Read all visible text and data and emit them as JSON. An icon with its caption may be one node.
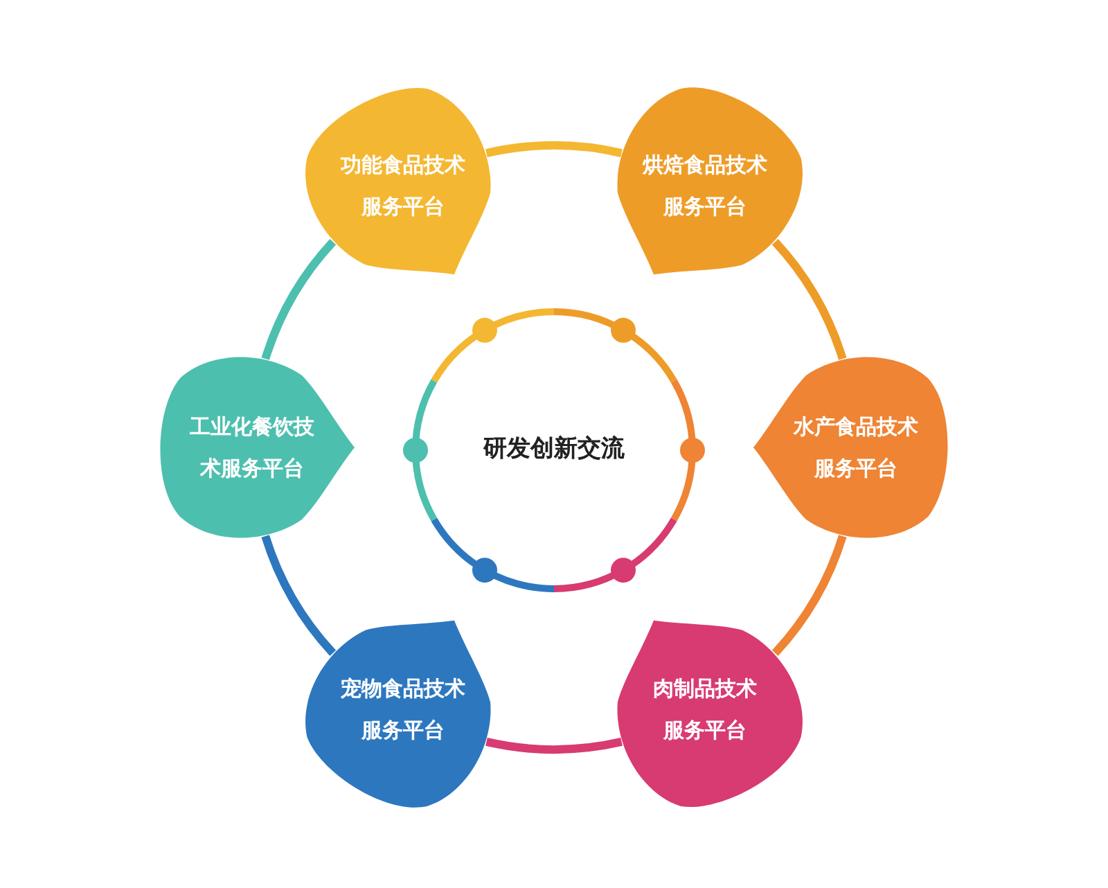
{
  "diagram": {
    "nodes": [
      {
        "text": [
          "研发创新交流"
        ]
      },
      {
        "text": [
          "功能食品技术服务平台"
        ]
      },
      {
        "text": [
          "烘焙食品技术服务平台"
        ]
      },
      {
        "text": [
          "水产食品技术服务平台"
        ]
      },
      {
        "text": [
          "肉制品技术服务平台"
        ]
      },
      {
        "text": [
          "宠物食品技术服务平台"
        ]
      },
      {
        "text": [
          "工业化餐饮技术服务平台"
        ]
      }
    ],
    "edges": [
      {
        "from": 1,
        "to": 2,
        "arrow": "none",
        "color": "#f4b731"
      },
      {
        "from": 2,
        "to": 3,
        "arrow": "none",
        "color": "#ee9c28"
      },
      {
        "from": 3,
        "to": 4,
        "arrow": "none",
        "color": "#ee8434"
      },
      {
        "from": 4,
        "to": 5,
        "arrow": "none",
        "color": "#d83a72"
      },
      {
        "from": 5,
        "to": 6,
        "arrow": "none",
        "color": "#2d77bf"
      },
      {
        "from": 6,
        "to": 1,
        "arrow": "none",
        "color": "#4dbfae"
      }
    ]
  }
}
